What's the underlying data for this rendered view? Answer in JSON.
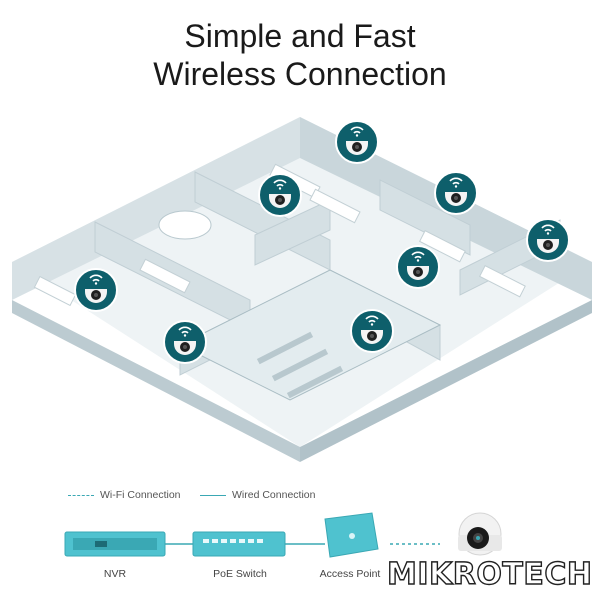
{
  "heading": {
    "line1": "Simple and Fast",
    "line2": "Wireless Connection"
  },
  "legend": {
    "wifi": "Wi-Fi Connection",
    "wired": "Wired Connection"
  },
  "devices": {
    "nvr": "NVR",
    "switch": "PoE Switch",
    "ap": "Access Point"
  },
  "watermark": "MIKROTECH",
  "colors": {
    "accent": "#3aa8b4",
    "camera_badge": "#0e5f6b",
    "device": "#4fc2cf"
  },
  "icons": [
    "wifi-icon",
    "camera-icon"
  ]
}
